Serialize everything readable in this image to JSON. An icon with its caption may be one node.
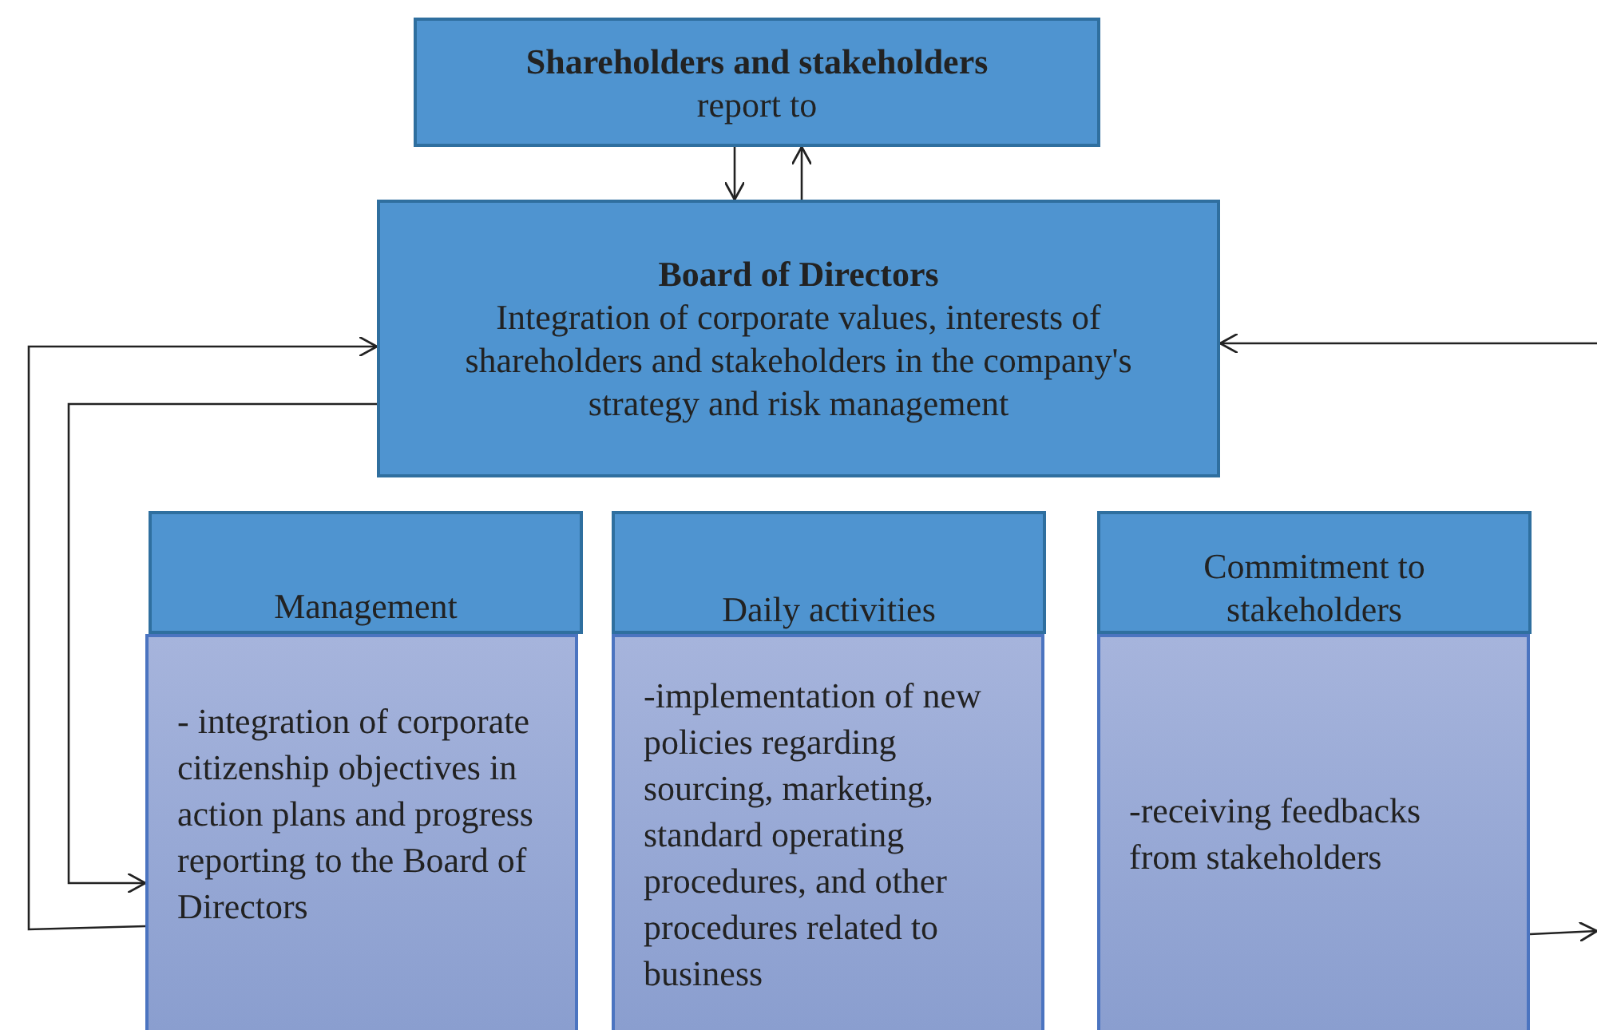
{
  "diagram": {
    "nodes": [
      {
        "text": [
          "Shareholders and stakeholders",
          "report to"
        ]
      },
      {
        "text": [
          "Board of Directors",
          "Integration of corporate values, interests of shareholders and stakeholders in the company's strategy and risk management"
        ]
      },
      {
        "text": [
          "Management"
        ]
      },
      {
        "text": [
          "- integration of corporate citizenship objectives in action plans and progress reporting to the Board of Directors"
        ]
      },
      {
        "text": [
          "Daily activities"
        ]
      },
      {
        "text": [
          "-implementation of new policies regarding sourcing, marketing, standard operating procedures, and other procedures related to business"
        ]
      },
      {
        "text": [
          "Commitment to stakeholders"
        ]
      },
      {
        "text": [
          "-receiving feedbacks from stakeholders"
        ]
      }
    ],
    "edges": [
      {
        "from": 0,
        "to": 1,
        "arrow": "to"
      },
      {
        "from": 1,
        "to": 0,
        "arrow": "to"
      },
      {
        "from": 3,
        "to": 1,
        "arrow": "to"
      },
      {
        "from": 1,
        "to": 3,
        "arrow": "to"
      },
      {
        "from": null,
        "to": 1,
        "arrow": "to"
      },
      {
        "from": 7,
        "to": null,
        "arrow": "to"
      }
    ]
  }
}
